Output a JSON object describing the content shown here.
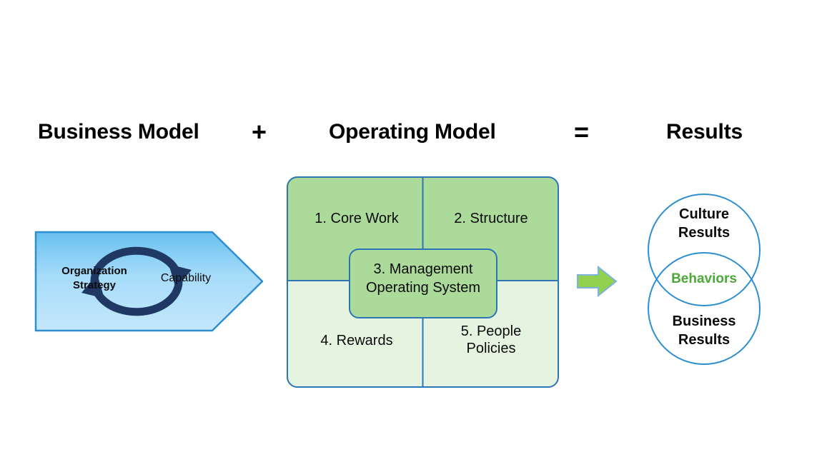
{
  "header": {
    "business_model": "Business Model",
    "plus": "+",
    "operating_model": "Operating Model",
    "equals": "=",
    "results": "Results"
  },
  "business_model": {
    "strategy_label": "Organization\nStrategy",
    "strategy_line1": "Organization",
    "strategy_line2": "Strategy",
    "capability_label": "Capability",
    "cycle_icon": "circular-arrows-icon",
    "shape": "chevron-arrow",
    "fill_top": "#6FC4F0",
    "fill_bottom": "#BEE5FB",
    "border_color": "#2E8FD0",
    "arrow_color": "#1F3864"
  },
  "operating_model": {
    "quadrants": [
      {
        "id": "core-work",
        "label": "1. Core Work",
        "fill": "#ABDA9B"
      },
      {
        "id": "structure",
        "label": "2. Structure",
        "fill": "#ABDA9B"
      },
      {
        "id": "rewards",
        "label": "4. Rewards",
        "fill": "#E5F4E0"
      },
      {
        "id": "people-policies",
        "label_line1": "5. People",
        "label_line2": "Policies",
        "fill": "#E5F4E0"
      }
    ],
    "center_box": {
      "label_line1": "3. Management",
      "label_line2": "Operating System",
      "fill": "#ABDA9B",
      "border_color": "#2E75B6"
    },
    "border_color": "#2E75B6"
  },
  "transition": {
    "icon": "right-arrow-icon",
    "fill": "#92D050",
    "border_color": "#7BB3D9"
  },
  "results": {
    "circle_border_color": "#2E8FD0",
    "top_circle": {
      "label_line1": "Culture",
      "label_line2": "Results",
      "color": "#0b0b0b"
    },
    "overlap": {
      "label": "Behaviors",
      "color": "#4CA838"
    },
    "bottom_circle": {
      "label_line1": "Business",
      "label_line2": "Results",
      "color": "#0b0b0b"
    }
  }
}
